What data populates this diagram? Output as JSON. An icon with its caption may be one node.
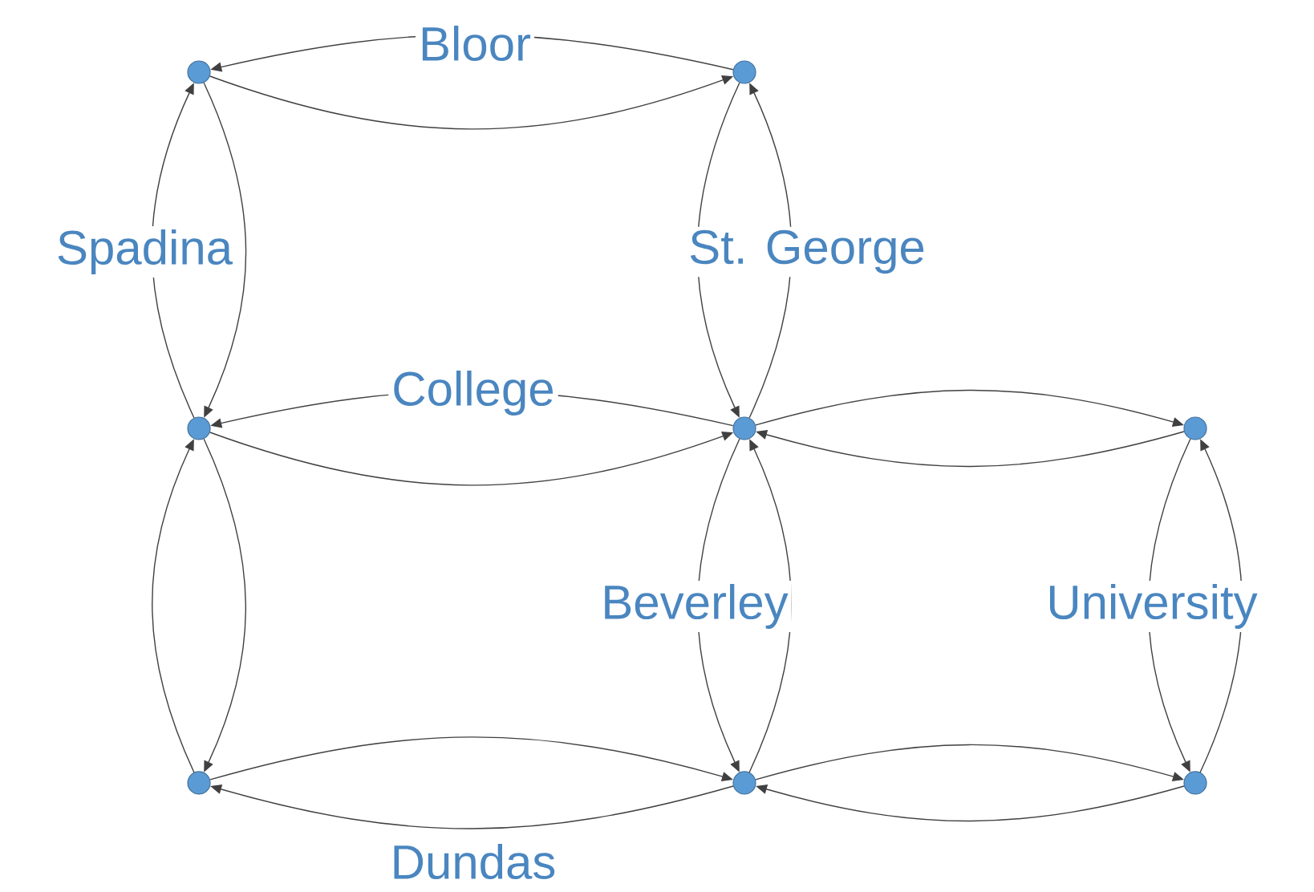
{
  "diagram": {
    "nodes": [
      {
        "text": [],
        "shape": "circle"
      },
      {
        "text": [],
        "shape": "circle"
      },
      {
        "text": [],
        "shape": "circle"
      },
      {
        "text": [],
        "shape": "circle"
      },
      {
        "text": [],
        "shape": "circle"
      },
      {
        "text": [],
        "shape": "circle"
      },
      {
        "text": [],
        "shape": "circle"
      },
      {
        "text": [],
        "shape": "circle"
      }
    ],
    "edges": [
      {
        "from": 1,
        "to": 0,
        "arrow": "to",
        "label": "Bloor"
      },
      {
        "from": 0,
        "to": 1,
        "arrow": "to"
      },
      {
        "from": 2,
        "to": 0,
        "arrow": "to",
        "label": "Spadina"
      },
      {
        "from": 0,
        "to": 2,
        "arrow": "to"
      },
      {
        "from": 1,
        "to": 3,
        "arrow": "to",
        "label": "St. George"
      },
      {
        "from": 3,
        "to": 1,
        "arrow": "to"
      },
      {
        "from": 3,
        "to": 2,
        "arrow": "to",
        "label": "College"
      },
      {
        "from": 2,
        "to": 3,
        "arrow": "to"
      },
      {
        "from": 3,
        "to": 4,
        "arrow": "to"
      },
      {
        "from": 4,
        "to": 3,
        "arrow": "to"
      },
      {
        "from": 5,
        "to": 2,
        "arrow": "to"
      },
      {
        "from": 2,
        "to": 5,
        "arrow": "to"
      },
      {
        "from": 3,
        "to": 6,
        "arrow": "to",
        "label": "Beverley"
      },
      {
        "from": 6,
        "to": 3,
        "arrow": "to"
      },
      {
        "from": 4,
        "to": 7,
        "arrow": "to",
        "label": "University"
      },
      {
        "from": 7,
        "to": 4,
        "arrow": "to"
      },
      {
        "from": 5,
        "to": 6,
        "arrow": "to"
      },
      {
        "from": 6,
        "to": 5,
        "arrow": "to",
        "label": "Dundas"
      },
      {
        "from": 6,
        "to": 7,
        "arrow": "to"
      },
      {
        "from": 7,
        "to": 6,
        "arrow": "to"
      }
    ]
  }
}
